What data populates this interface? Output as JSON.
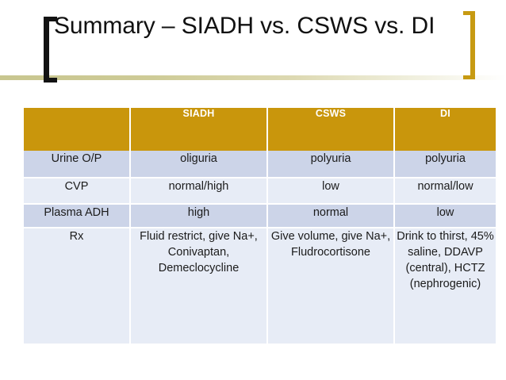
{
  "slide": {
    "title": "Summary – SIADH vs. CSWS vs. DI",
    "decorations": {
      "bracket_left": "[",
      "bracket_right": "]",
      "bracket_left_color": "#131313",
      "bracket_right_color": "#c79a12",
      "rule_color": "#c8c68f"
    }
  },
  "table": {
    "header_bg": "#c9960c",
    "header_text_color": "#ffffff",
    "row_dark_bg": "#ccd4e8",
    "row_light_bg": "#e7ecf6",
    "columns": [
      "",
      "SIADH",
      "CSWS",
      "DI"
    ],
    "rows": [
      {
        "label": "Urine O/P",
        "siadh": "oliguria",
        "csws": "polyuria",
        "di": "polyuria"
      },
      {
        "label": "CVP",
        "siadh": "normal/high",
        "csws": "low",
        "di": "normal/low"
      },
      {
        "label": "Plasma ADH",
        "siadh": "high",
        "csws": "normal",
        "di": "low"
      },
      {
        "label": "Rx",
        "siadh": "Fluid restrict, give Na+, Conivaptan, Demeclocycline",
        "csws": "Give volume, give Na+, Fludrocortisone",
        "di": "Drink to thirst, 45% saline, DDAVP (central), HCTZ (nephrogenic)"
      }
    ]
  }
}
